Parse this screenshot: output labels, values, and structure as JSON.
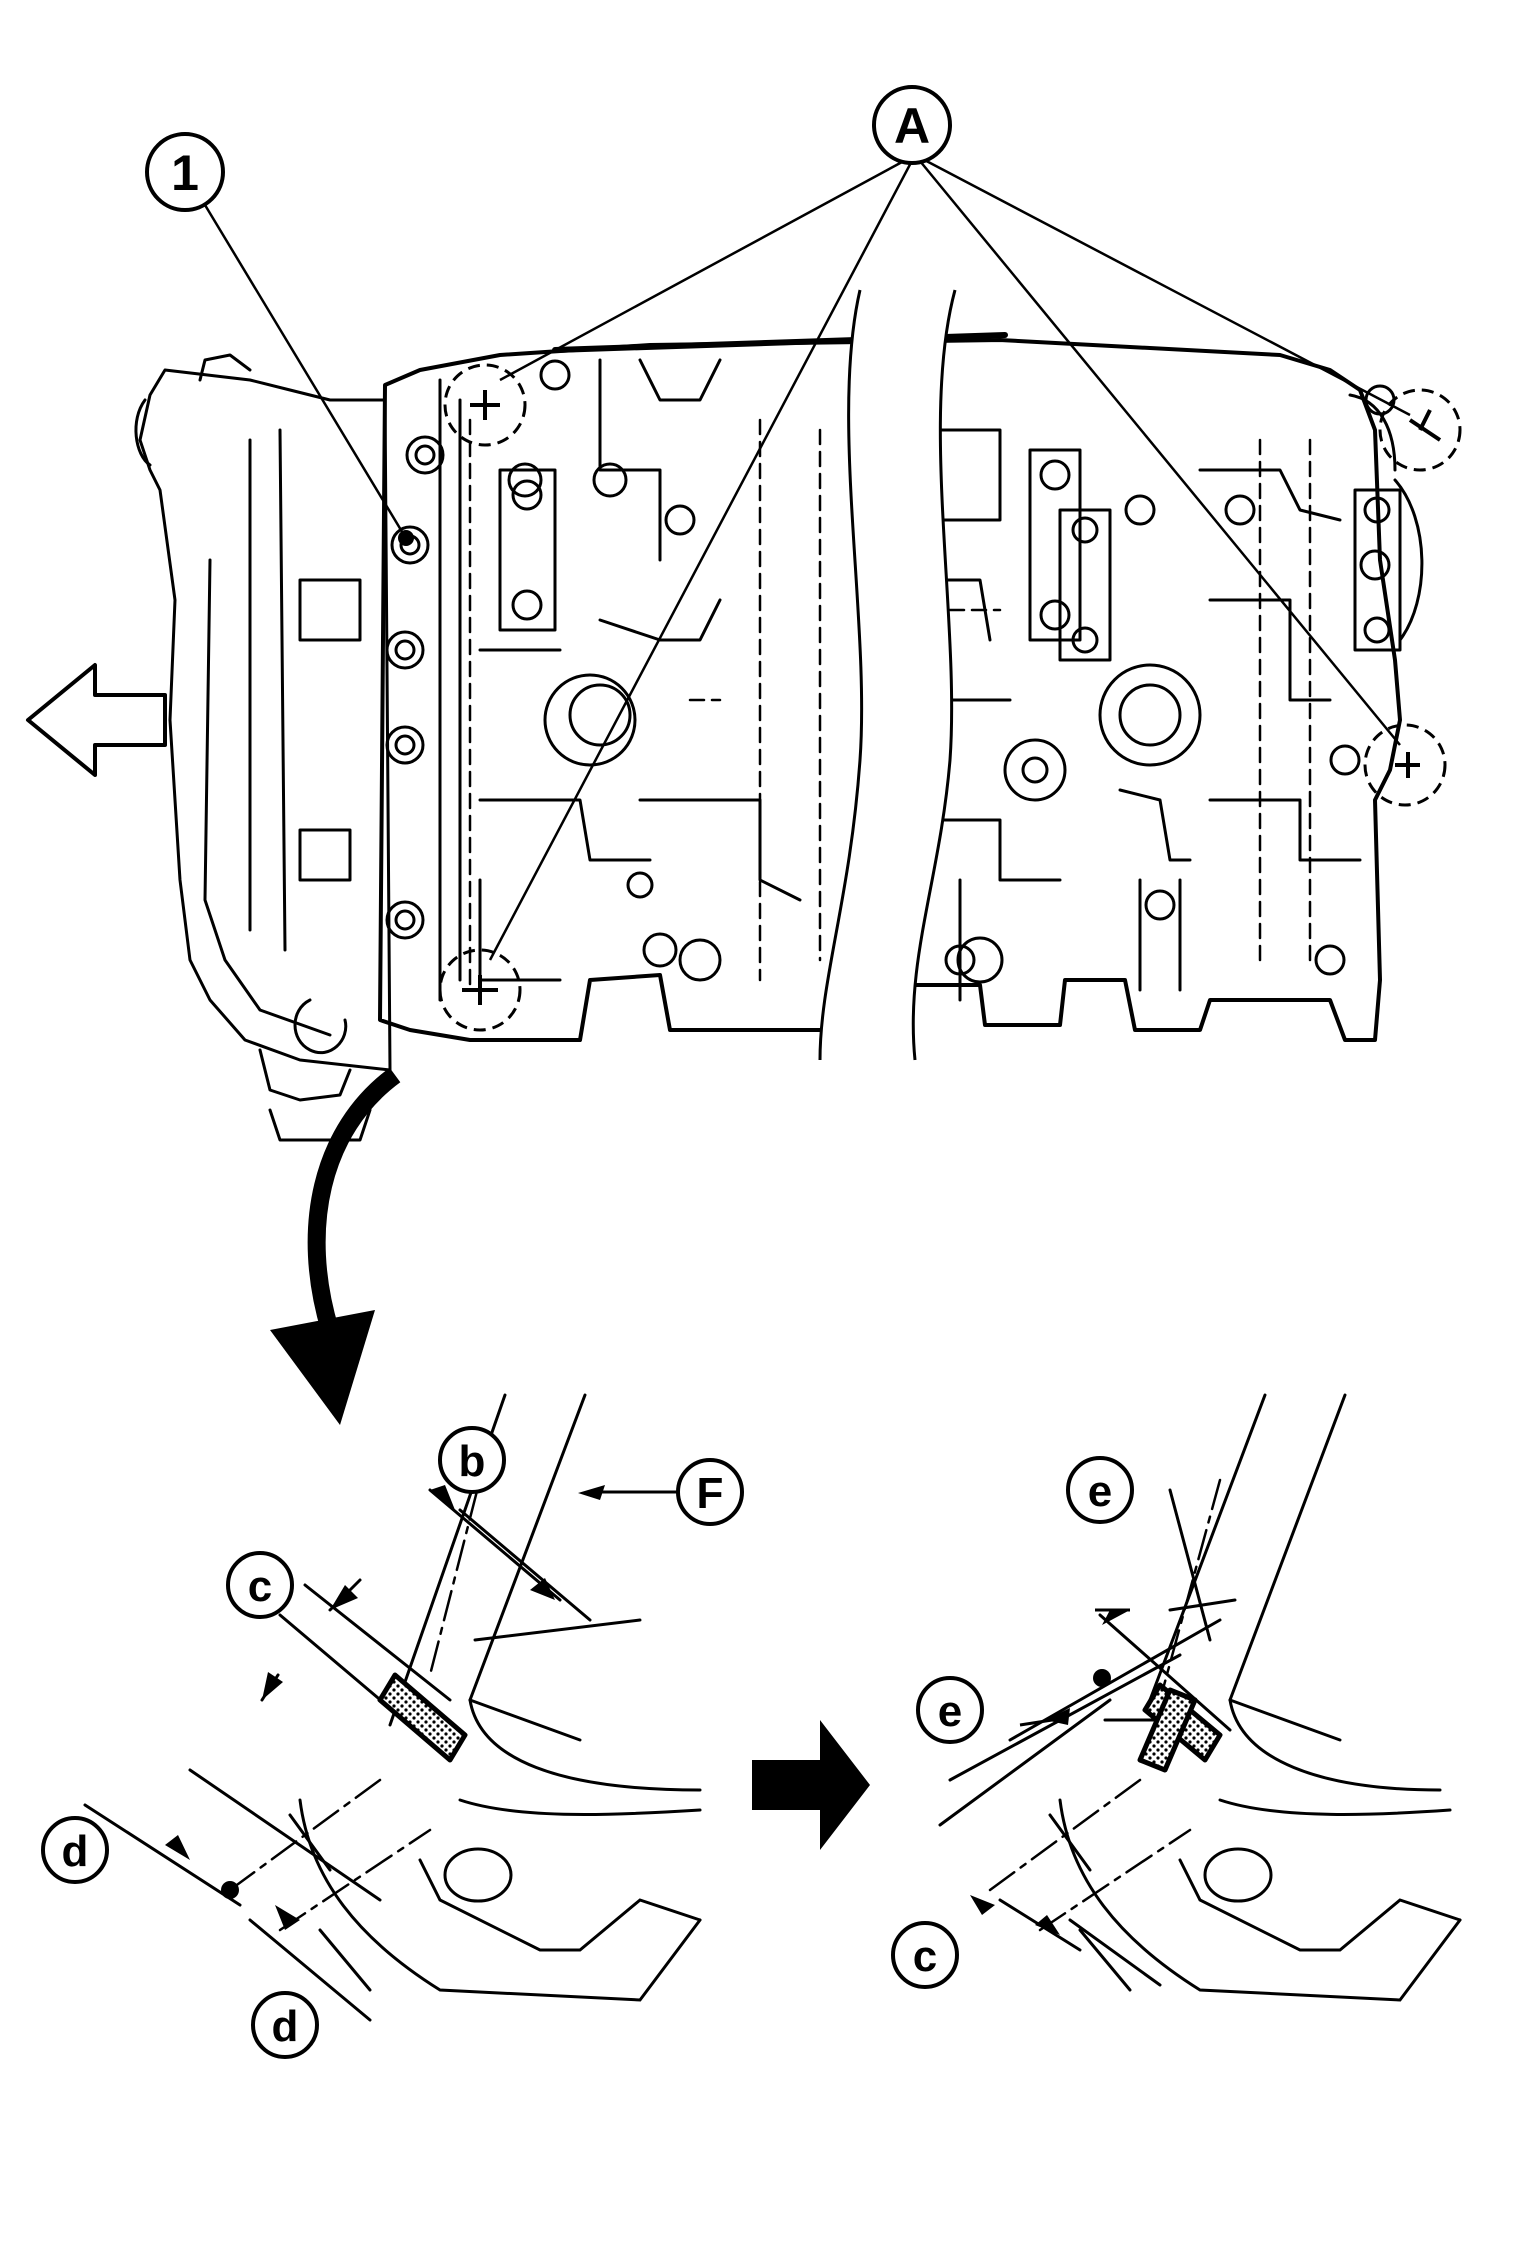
{
  "labels": {
    "part_1": "1",
    "point_a": "A",
    "dim_b": "b",
    "dim_c": "c",
    "dim_d": "d",
    "dim_e": "e",
    "line_f": "F"
  },
  "colors": {
    "ink": "#000000",
    "paper": "#ffffff"
  }
}
